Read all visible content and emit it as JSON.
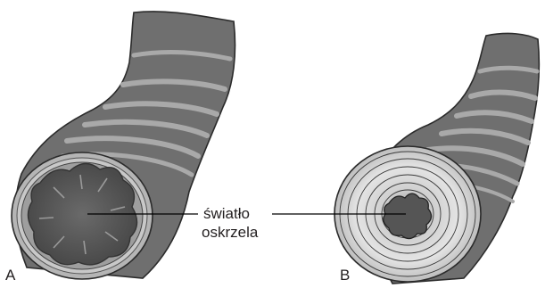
{
  "panels": [
    {
      "id": "A",
      "label": "A"
    },
    {
      "id": "B",
      "label": "B"
    }
  ],
  "callout": {
    "line1": "światło",
    "line2": "oskrzela"
  },
  "colors": {
    "tube": "#6f6f6f",
    "tube_dark": "#4b4b4b",
    "ring_band": "#a9a9a9",
    "lumen": "#555555",
    "outline": "#2b2b2b"
  }
}
